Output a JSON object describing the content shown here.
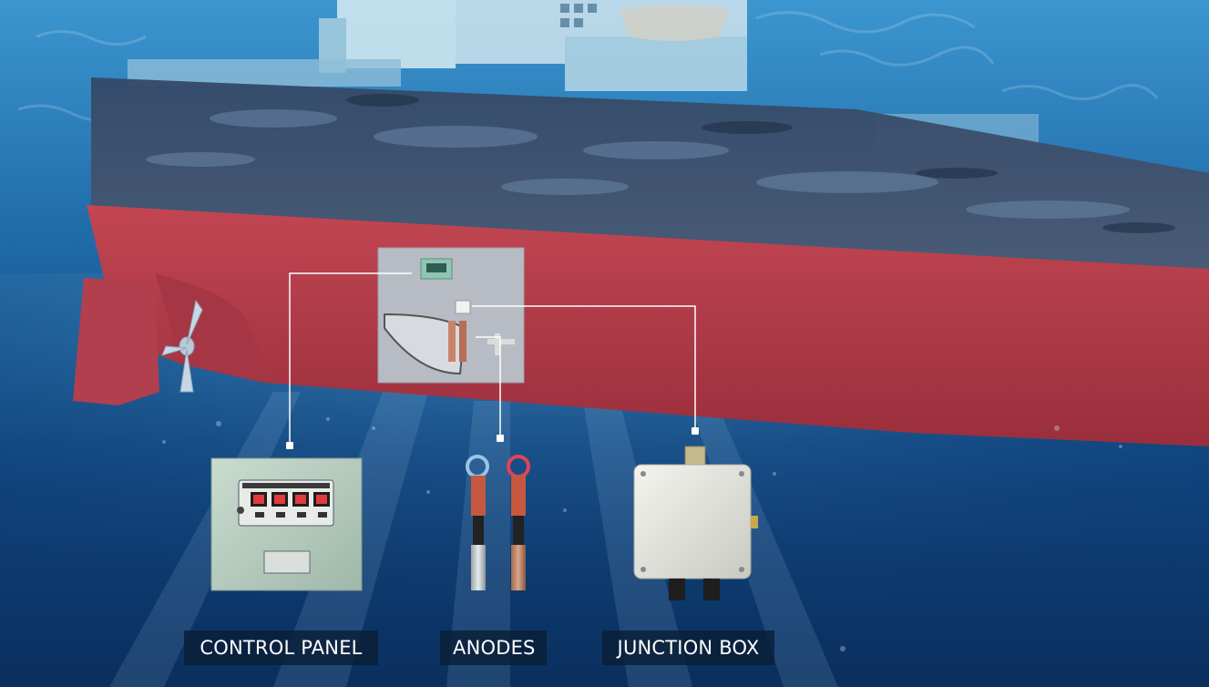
{
  "labels": {
    "control_panel": "CONTROL PANEL",
    "anodes": "ANODES",
    "junction_box": "JUNCTION BOX"
  },
  "colors": {
    "water_deep": "#0a2f5e",
    "water_light": "#2f86c4",
    "hull_red": "#b53a48",
    "hull_dark": "#2a3a52",
    "label_bg": "#0a1e37",
    "connector_line": "#ffffff"
  },
  "icons": [
    "ship-hull-image",
    "propeller-icon",
    "control-panel-image",
    "anode-image",
    "junction-box-image"
  ]
}
